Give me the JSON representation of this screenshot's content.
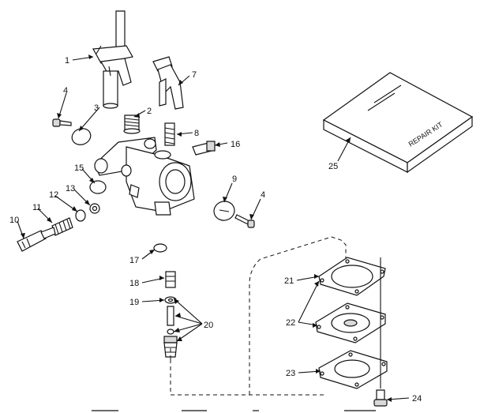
{
  "parts": [
    {
      "id": "1",
      "label": "1"
    },
    {
      "id": "2",
      "label": "2"
    },
    {
      "id": "3",
      "label": "3"
    },
    {
      "id": "4a",
      "label": "4"
    },
    {
      "id": "4b",
      "label": "4"
    },
    {
      "id": "7",
      "label": "7"
    },
    {
      "id": "8",
      "label": "8"
    },
    {
      "id": "9",
      "label": "9"
    },
    {
      "id": "10",
      "label": "10"
    },
    {
      "id": "11",
      "label": "11"
    },
    {
      "id": "12",
      "label": "12"
    },
    {
      "id": "13",
      "label": "13"
    },
    {
      "id": "15",
      "label": "15"
    },
    {
      "id": "16",
      "label": "16"
    },
    {
      "id": "17",
      "label": "17"
    },
    {
      "id": "18",
      "label": "18"
    },
    {
      "id": "19",
      "label": "19"
    },
    {
      "id": "20",
      "label": "20"
    },
    {
      "id": "21",
      "label": "21"
    },
    {
      "id": "22",
      "label": "22"
    },
    {
      "id": "23",
      "label": "23"
    },
    {
      "id": "24",
      "label": "24"
    },
    {
      "id": "25",
      "label": "25"
    }
  ],
  "repair_kit": {
    "text": "REPAIR KIT"
  }
}
